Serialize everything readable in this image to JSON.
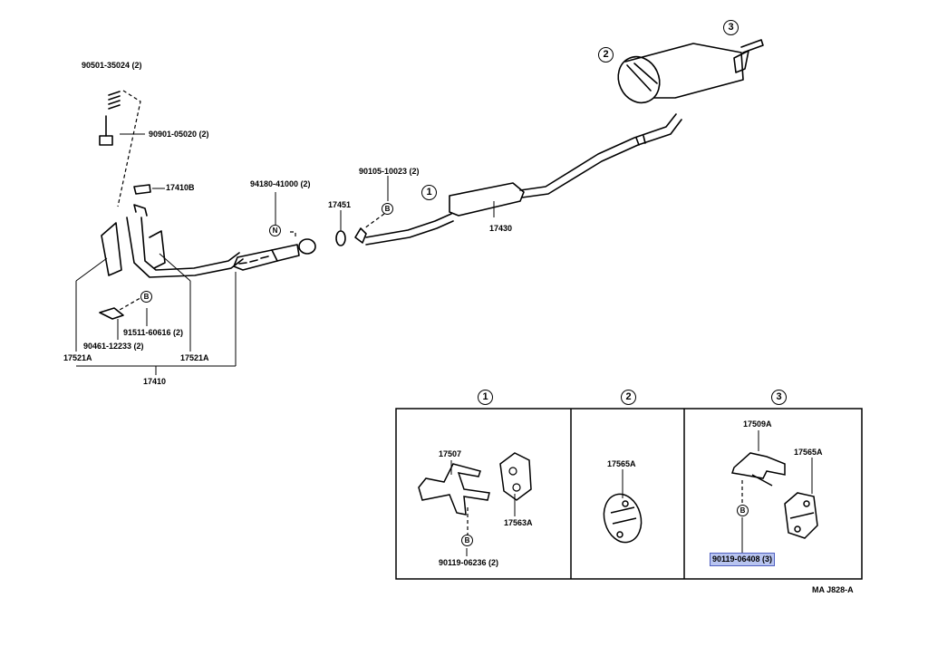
{
  "parts": {
    "p90501": "90501-35024 (2)",
    "p90901": "90901-05020 (2)",
    "p17410B": "17410B",
    "p94180": "94180-41000 (2)",
    "p90105": "90105-10023 (2)",
    "p17451": "17451",
    "p17430": "17430",
    "p91511": "91511-60616 (2)",
    "p90461": "90461-12233 (2)",
    "p17521A_left": "17521A",
    "p17521A_right": "17521A",
    "p17410": "17410",
    "p17507": "17507",
    "p17563A": "17563A",
    "p90119_06236": "90119-06236 (2)",
    "p17565A_2": "17565A",
    "p17509A": "17509A",
    "p17565A_3": "17565A",
    "p90119_06408": "90119-06408 (3)"
  },
  "callouts": {
    "c1": "1",
    "c2": "2",
    "c3": "3"
  },
  "markers": {
    "B": "B",
    "N": "N"
  },
  "diagram_code": "MA J828-A",
  "colors": {
    "ink": "#000000",
    "highlight": "#b8c4f0"
  }
}
